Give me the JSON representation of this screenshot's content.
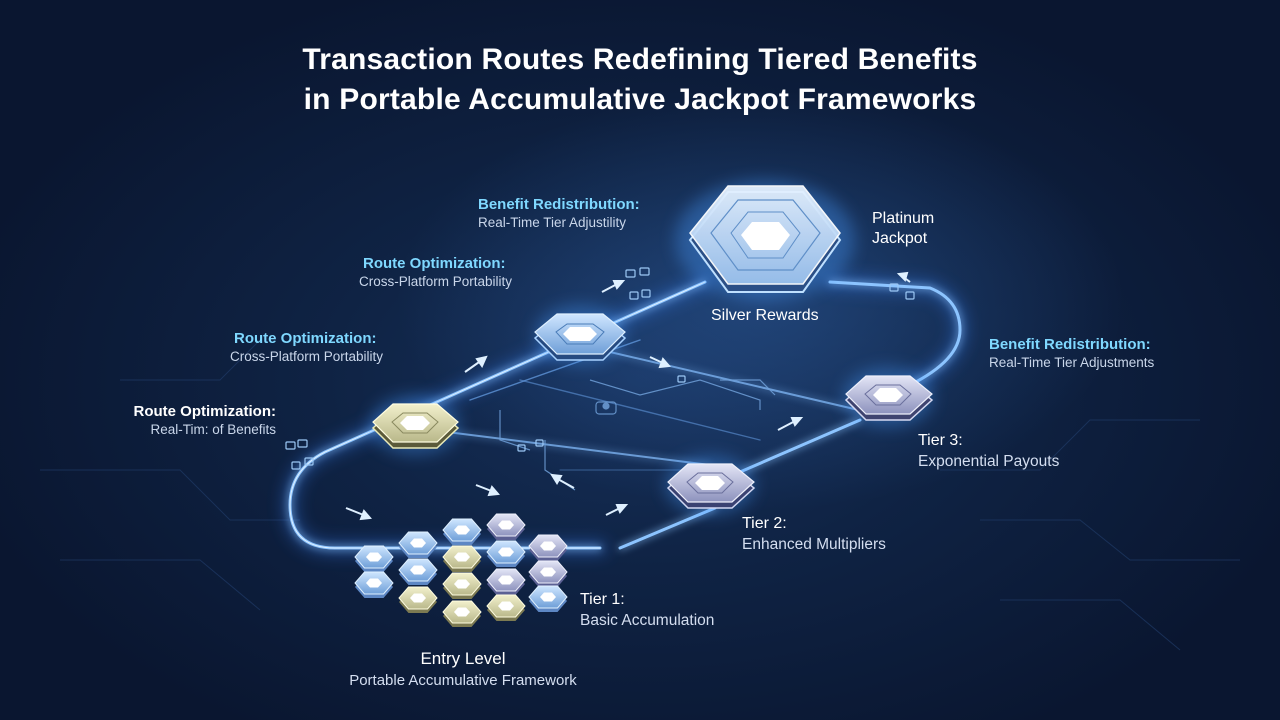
{
  "title": {
    "line1": "Transaction Routes Redefining Tiered Benefits",
    "line2": "in Portable Accumulative Jackpot Frameworks"
  },
  "nodes": {
    "platinum": "Platinum\nJackpot",
    "platinum_l1": "Platinum",
    "platinum_l2": "Jackpot",
    "silver": "Silver Rewards",
    "tier3": {
      "heading": "Tier 3:",
      "sub": "Exponential Payouts"
    },
    "tier2": {
      "heading": "Tier 2:",
      "sub": "Enhanced Multipliers"
    },
    "tier1": {
      "heading": "Tier 1:",
      "sub": "Basic Accumulation"
    },
    "entry": {
      "heading": "Entry Level",
      "sub": "Portable Accumulative Framework"
    }
  },
  "annotations": {
    "benefit_top": {
      "heading": "Benefit Redistribution:",
      "sub": "Real-Time Tier Adjustility"
    },
    "benefit_right": {
      "heading": "Benefit Redistribution:",
      "sub": "Real-Time Tier Adjustments"
    },
    "route_upper": {
      "heading": "Route Optimization:",
      "sub": "Cross-Platform Portability"
    },
    "route_middle": {
      "heading": "Route Optimization:",
      "sub": "Cross-Platform Portability"
    },
    "route_lower": {
      "heading": "Route Optimization:",
      "sub": "Real-Tim: of Benefits"
    }
  },
  "colors": {
    "background": "#0b1a33",
    "accent_cyan": "#7fd8ff",
    "route_glow": "#5aa8ff",
    "node_blue": "#8fbcf0",
    "node_gold": "#d8d8a8",
    "node_lavender": "#a8aed8"
  }
}
